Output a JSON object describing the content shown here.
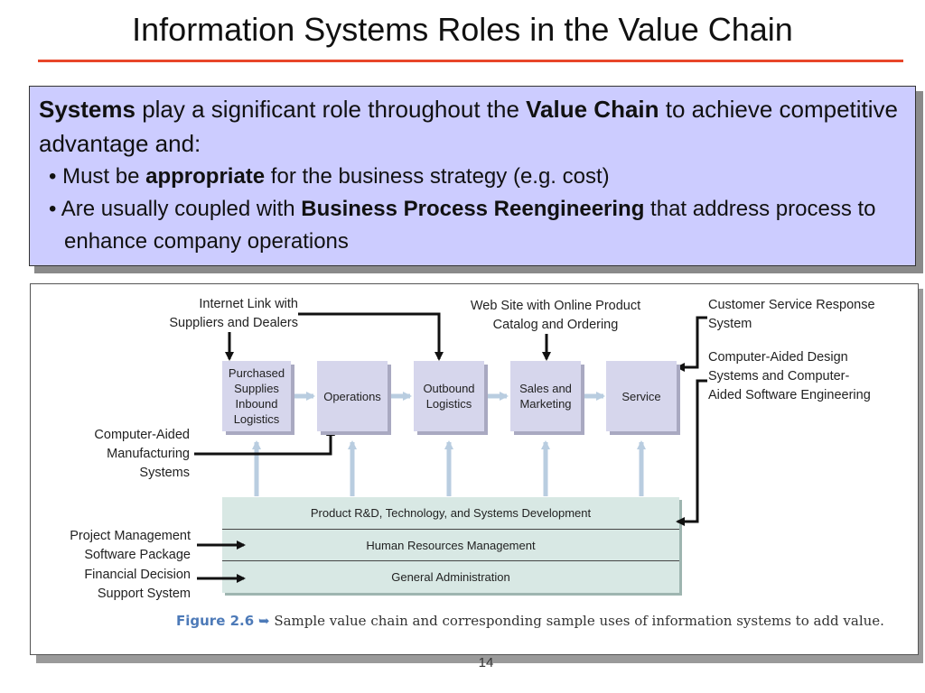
{
  "title": "Information Systems Roles in the Value Chain",
  "callout": {
    "lead": {
      "bold1": "Systems",
      "text1": " play a significant role throughout the ",
      "bold2": "Value Chain",
      "text2": " to achieve competitive advantage and:"
    },
    "bullets": [
      {
        "prefix": "• Must be ",
        "bold": "appropriate",
        "suffix": " for the business strategy (e.g. cost)"
      },
      {
        "prefix": "• Are usually coupled with ",
        "bold": "Business Process Reengineering",
        "suffix": " that address process to enhance company operations"
      }
    ]
  },
  "diagram": {
    "primary_activities": [
      "Purchased\nSupplies\nInbound\nLogistics",
      "Operations",
      "Outbound\nLogistics",
      "Sales and\nMarketing",
      "Service"
    ],
    "support_activities": [
      "Product R&D, Technology, and Systems Development",
      "Human Resources Management",
      "General Administration"
    ],
    "systems": {
      "internet_link": "Internet Link with\nSuppliers and Dealers",
      "web_site": "Web Site with Online Product\nCatalog and Ordering",
      "customer_service": "Customer Service Response\nSystem",
      "cad": "Computer-Aided Design\nSystems and Computer-\nAided Software Engineering",
      "cam": "Computer-Aided\nManufacturing\nSystems",
      "project_mgmt": "Project Management\nSoftware Package",
      "financial": "Financial Decision\nSupport System"
    },
    "caption": {
      "figure": "Figure 2.6",
      "arrow": "➥",
      "text": "Sample value chain and corresponding sample uses of information systems to add value."
    }
  },
  "page_number": "14"
}
